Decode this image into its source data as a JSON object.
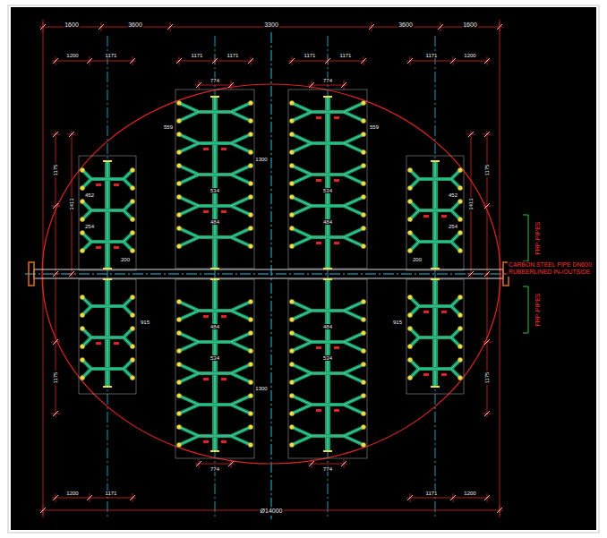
{
  "diagram": {
    "labels": [
      "1600",
      "3600",
      "3300",
      "3600",
      "1600",
      "1200",
      "1171",
      "1171",
      "1171",
      "1171",
      "1171",
      "1171",
      "1200",
      "774",
      "774",
      "3413",
      "1175",
      "1175",
      "3413",
      "1175",
      "1175",
      "534",
      "484",
      "534",
      "484",
      "484",
      "534",
      "484",
      "534",
      "1300",
      "1300",
      "559",
      "559",
      "200",
      "200",
      "452",
      "452",
      "254",
      "254",
      "915",
      "915",
      "1200",
      "1171",
      "1171",
      "1200",
      "774",
      "774",
      "Ø14000",
      "CARBON STEEL PIPE DN600 RUBBERLINED IN-/OUTSIDE",
      "FRP-PIPES",
      "FRP-PIPES"
    ]
  }
}
